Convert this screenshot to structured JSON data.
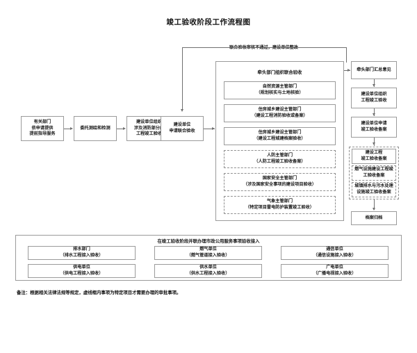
{
  "page": {
    "title": "竣工验收阶段工作流程图"
  },
  "feedback_label": "联合验收审核不通过，建设单位整改",
  "main_flow": [
    {
      "id": "pre-guidance",
      "lines": [
        "有关部门",
        "依申请提供",
        "提前指导服务"
      ]
    },
    {
      "id": "survey-test",
      "lines": [
        "委托测绘和检测"
      ]
    },
    {
      "id": "fire-acceptance",
      "lines": [
        "建设单位组织",
        "涉及消防部分的",
        "工程竣工验收"
      ]
    },
    {
      "id": "apply-joint",
      "lines": [
        "建设单位",
        "申请联合验收"
      ]
    }
  ],
  "joint_group": {
    "title": "牵头部门组织联合验收",
    "departments": [
      {
        "id": "natural-resources",
        "name": "自然资源主管部门",
        "scope": "（规划核实与土地核验）",
        "dashed": false
      },
      {
        "id": "housing-fire",
        "name": "住房城乡建设主管部门",
        "scope": "（建设工程消防验收或备案）",
        "dashed": false
      },
      {
        "id": "housing-archive",
        "name": "住房城乡建设主管部门",
        "scope": "（建设工程城建档案验收）",
        "dashed": false
      },
      {
        "id": "civil-defense",
        "name": "人防主管部门",
        "scope": "（人防工程竣工验收备案）",
        "dashed": true
      },
      {
        "id": "state-security",
        "name": "国家安全主管部门",
        "scope": "（涉及国家安全事项的建设项目验收）",
        "dashed": true
      },
      {
        "id": "meteorological",
        "name": "气象主管部门",
        "scope": "（特定项目雷电防护装置竣工验收）",
        "dashed": true
      }
    ]
  },
  "right_flow": [
    {
      "id": "lead-summary",
      "lines": [
        "牵头部门汇总意见"
      ],
      "dashed": false
    },
    {
      "id": "owner-acceptance",
      "lines": [
        "建设单位组织",
        "工程竣工验收"
      ],
      "dashed": false
    },
    {
      "id": "apply-record",
      "lines": [
        "建设单位申请",
        "竣工验收备案"
      ],
      "dashed": false
    }
  ],
  "record_group": {
    "items": [
      {
        "id": "construction-record",
        "lines": [
          "建设工程",
          "竣工验收备案"
        ],
        "dashed": false
      },
      {
        "id": "gas-record",
        "lines": [
          "燃气设施建设工程竣",
          "工验收备案"
        ],
        "dashed": true
      },
      {
        "id": "drainage-record",
        "lines": [
          "城镇排水与污水处理",
          "设施竣工验收备案"
        ],
        "dashed": true
      }
    ]
  },
  "archive_box": {
    "id": "archive",
    "lines": [
      "档案归档"
    ]
  },
  "utilities_panel": {
    "title": "在竣工验收阶段并联办理市政公用服务事项验收接入",
    "items": [
      {
        "id": "drainage-dept",
        "name": "排水部门",
        "scope": "（排水工程接入验收）"
      },
      {
        "id": "gas-unit",
        "name": "燃气单位",
        "scope": "（燃气管道接入验收）"
      },
      {
        "id": "telecom-unit",
        "name": "通信单位",
        "scope": "（通信设施接入验收）"
      },
      {
        "id": "power-unit",
        "name": "供电单位",
        "scope": "（供电工程接入验收）"
      },
      {
        "id": "water-unit",
        "name": "供水单位",
        "scope": "（供水工程接入验收）"
      },
      {
        "id": "broadcast-unit",
        "name": "广电单位",
        "scope": "（广播电视接入验收）"
      }
    ]
  },
  "footer_note": "备注：根据相关法律法规等规定，虚线框内事项为特定项目才需要办理的审批事项。",
  "colors": {
    "box_border": "#9a9a9a",
    "line": "#6f6f6f",
    "text": "#1a1a1a",
    "background": "#ffffff"
  }
}
